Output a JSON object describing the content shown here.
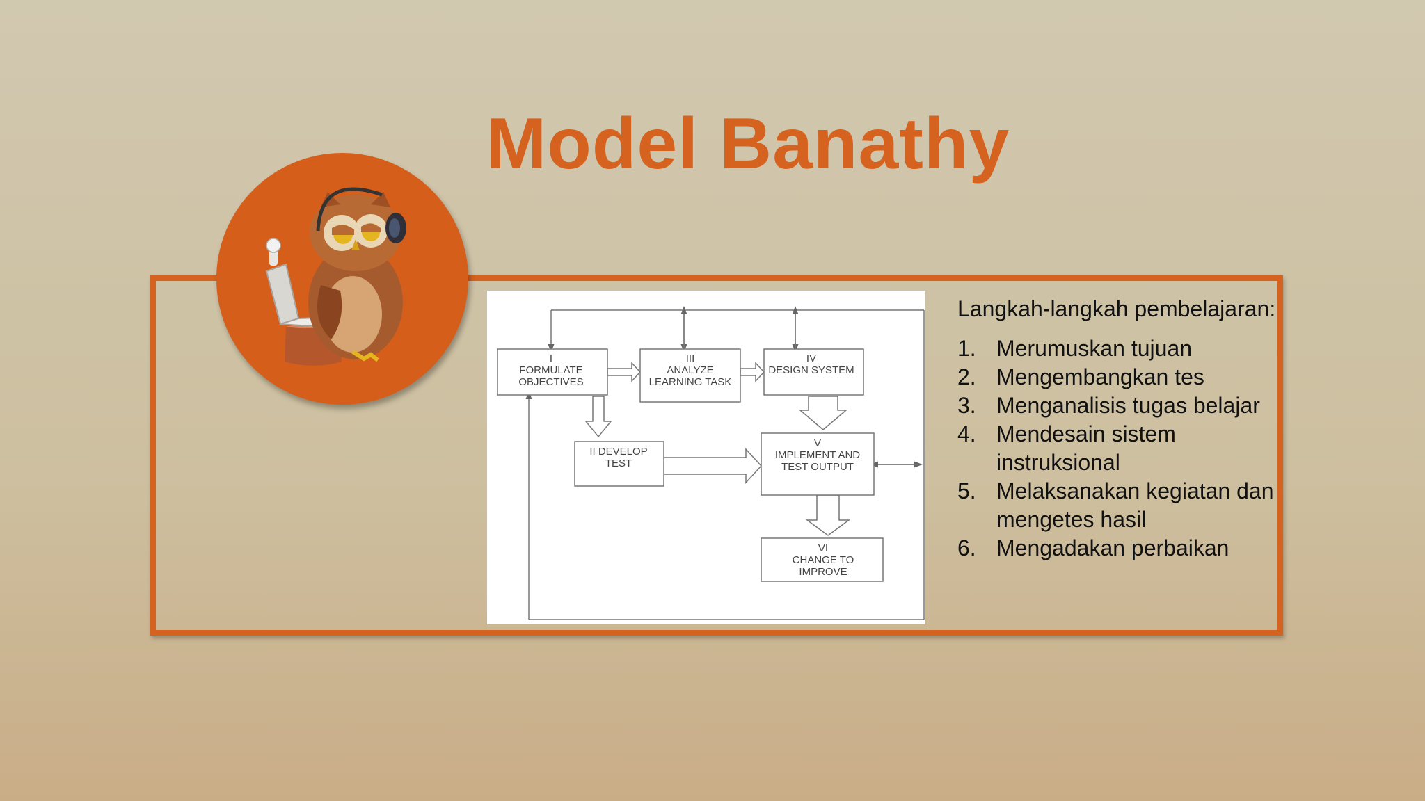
{
  "slide": {
    "title": "Model Banathy",
    "accent_color": "#d5621e",
    "badge_image": "owl-with-laptop-and-headphones-icon"
  },
  "diagram": {
    "nodes": {
      "n1_num": "I",
      "n1_l1": "FORMULATE",
      "n1_l2": "OBJECTIVES",
      "n2_l1": "II DEVELOP",
      "n2_l2": "TEST",
      "n3_num": "III",
      "n3_l1": "ANALYZE",
      "n3_l2": "LEARNING TASK",
      "n4_num": "IV",
      "n4_l1": "DESIGN SYSTEM",
      "n5_num": "V",
      "n5_l1": "IMPLEMENT AND",
      "n5_l2": "TEST OUTPUT",
      "n6_num": "VI",
      "n6_l1": "CHANGE TO",
      "n6_l2": "IMPROVE"
    }
  },
  "steps": {
    "intro": "Langkah-langkah pembelajaran:",
    "items": [
      {
        "num": "1.",
        "text": "Merumuskan tujuan"
      },
      {
        "num": "2.",
        "text": "Mengembangkan tes"
      },
      {
        "num": "3.",
        "text": "Menganalisis tugas belajar"
      },
      {
        "num": "4.",
        "text": "Mendesain sistem instruksional"
      },
      {
        "num": "5.",
        "text": "Melaksanakan kegiatan dan mengetes hasil"
      },
      {
        "num": "6.",
        "text": "Mengadakan perbaikan"
      }
    ]
  }
}
